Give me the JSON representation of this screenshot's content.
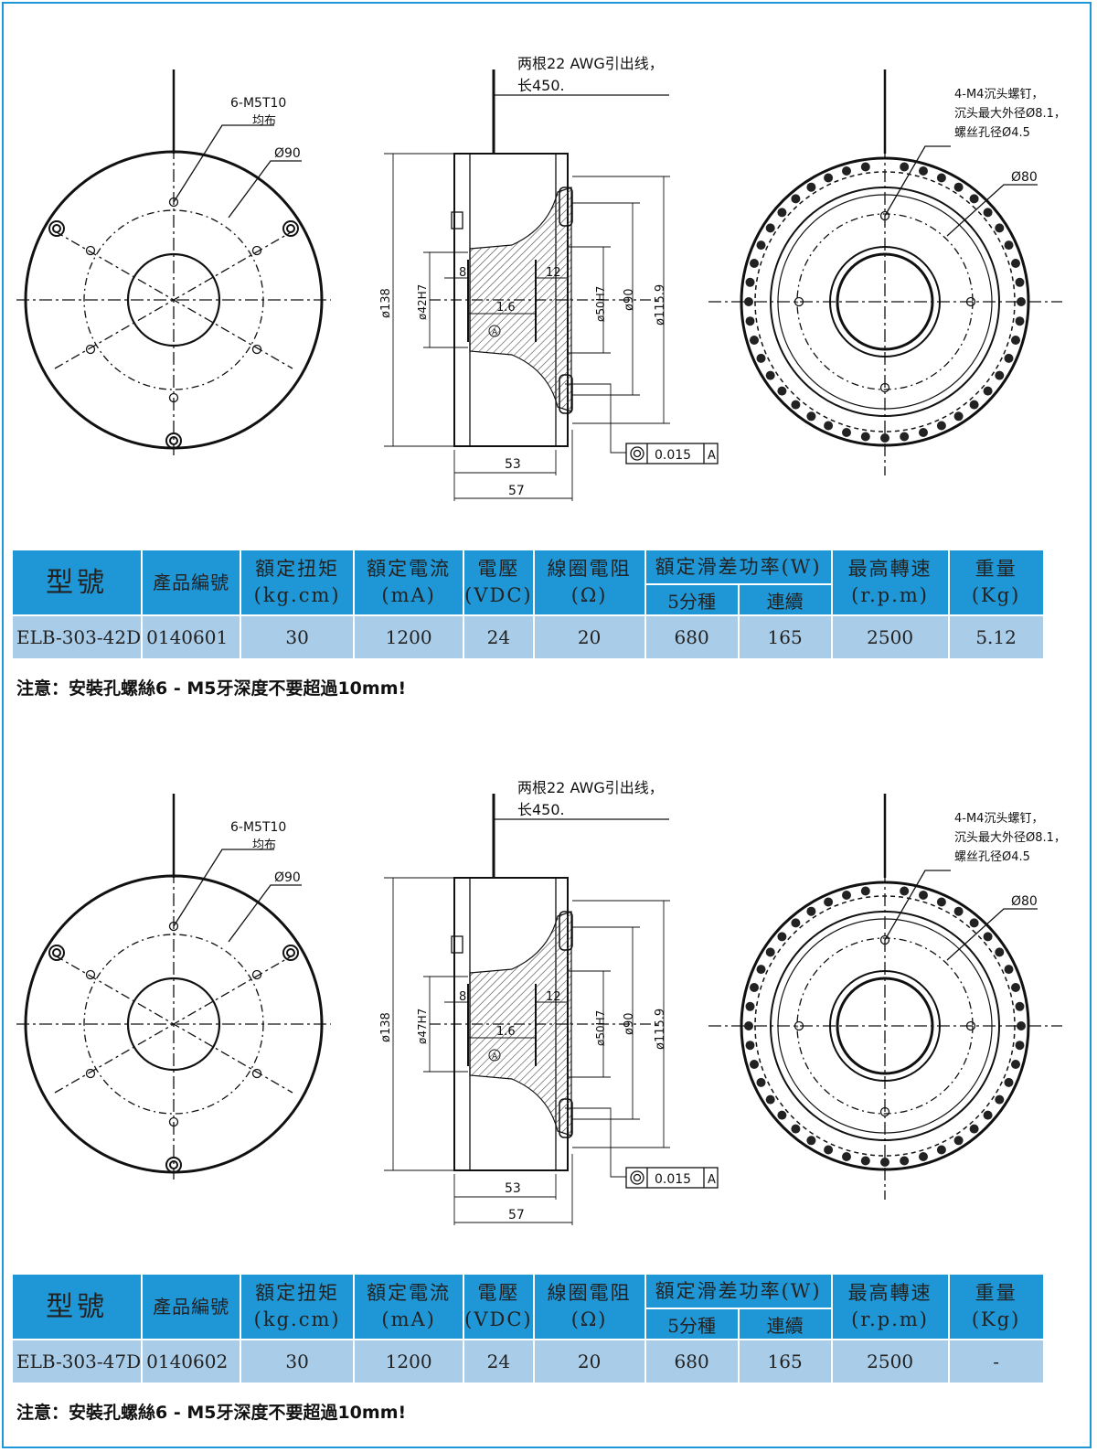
{
  "accent_color": "#1f97d6",
  "value_row_color": "#a9cce8",
  "drawing": {
    "wire_note_line1": "两根22 AWG引出线，",
    "wire_note_line2": "长450.",
    "screw_note_line1": "6-M5T10",
    "screw_note_line2": "均布",
    "dia_90_left": "Ø90",
    "m4_note_line1": "4-M4沉头螺钉，",
    "m4_note_line2": "沉头最大外径Ø8.1，",
    "m4_note_line3": "螺丝孔径Ø4.5",
    "dia_80": "Ø80",
    "dim_138": "ø138",
    "dim_50h7": "ø50H7",
    "dim_90": "ø90",
    "dim_115": "ø115.9",
    "dim_8": "8",
    "dim_12": "12",
    "dim_16": "1.6",
    "datum": "A",
    "tolerance": "0.015",
    "dim_53": "53",
    "dim_57": "57"
  },
  "table_headers": {
    "model": "型號",
    "product_no": "產品編號",
    "torque": "額定扭矩",
    "torque_unit": "(kg.cm)",
    "current": "額定電流",
    "current_unit": "(mA)",
    "voltage": "電壓",
    "voltage_unit": "(VDC)",
    "resistance": "線圈電阻",
    "resistance_unit": "(Ω)",
    "slip_power": "額定滑差功率(W)",
    "slip_5min": "5分種",
    "slip_cont": "連續",
    "speed": "最高轉速",
    "speed_unit": "(r.p.m)",
    "weight": "重量",
    "weight_unit": "(Kg)"
  },
  "sections": [
    {
      "bore_label": "ø42H7",
      "row": {
        "model": "ELB-303-42D",
        "product_no": "0140601",
        "torque": "30",
        "current": "1200",
        "voltage": "24",
        "resistance": "20",
        "slip_5min": "680",
        "slip_cont": "165",
        "speed": "2500",
        "weight": "5.12"
      },
      "note": "注意：安裝孔螺絲6 - M5牙深度不要超過10mm!"
    },
    {
      "bore_label": "ø47H7",
      "row": {
        "model": "ELB-303-47D",
        "product_no": "0140602",
        "torque": "30",
        "current": "1200",
        "voltage": "24",
        "resistance": "20",
        "slip_5min": "680",
        "slip_cont": "165",
        "speed": "2500",
        "weight": "-"
      },
      "note": "注意：安裝孔螺絲6 - M5牙深度不要超過10mm!"
    }
  ]
}
